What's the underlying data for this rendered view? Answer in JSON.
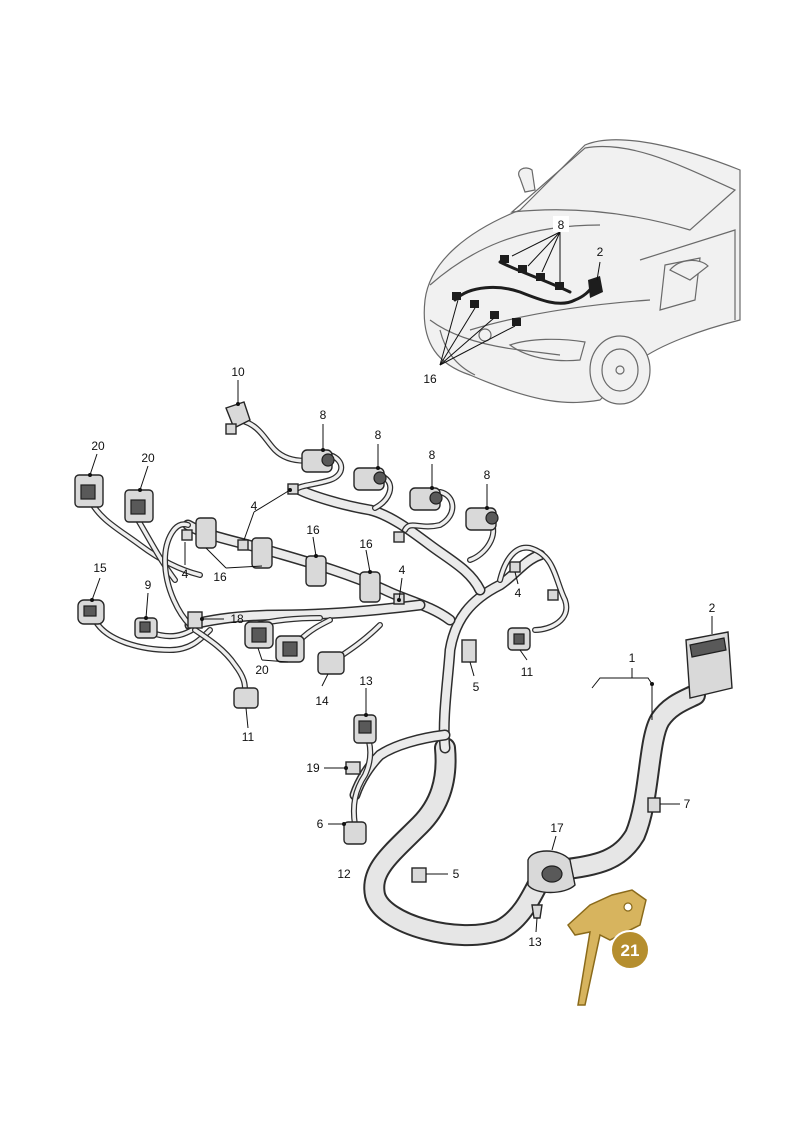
{
  "callouts": {
    "c1": "1",
    "c2_car": "2",
    "c2": "2",
    "c4a": "4",
    "c4b": "4",
    "c4c": "4",
    "c4d": "4",
    "c5a": "5",
    "c5b": "5",
    "c6": "6",
    "c7": "7",
    "c8_car": "8",
    "c8a": "8",
    "c8b": "8",
    "c8c": "8",
    "c8d": "8",
    "c9": "9",
    "c10": "10",
    "c11a": "11",
    "c11b": "11",
    "c12": "12",
    "c13a": "13",
    "c13b": "13",
    "c14": "14",
    "c15": "15",
    "c16_car": "16",
    "c16a": "16",
    "c16b": "16",
    "c16c": "16",
    "c17": "17",
    "c18": "18",
    "c19": "19",
    "c20a": "20",
    "c20b": "20",
    "c20c": "20"
  },
  "badge": {
    "label": "21",
    "color": "#b58e2e"
  },
  "colors": {
    "harness": "#2e2e2e",
    "harness_fill": "#ebebeb",
    "key": "#d7b45e"
  }
}
